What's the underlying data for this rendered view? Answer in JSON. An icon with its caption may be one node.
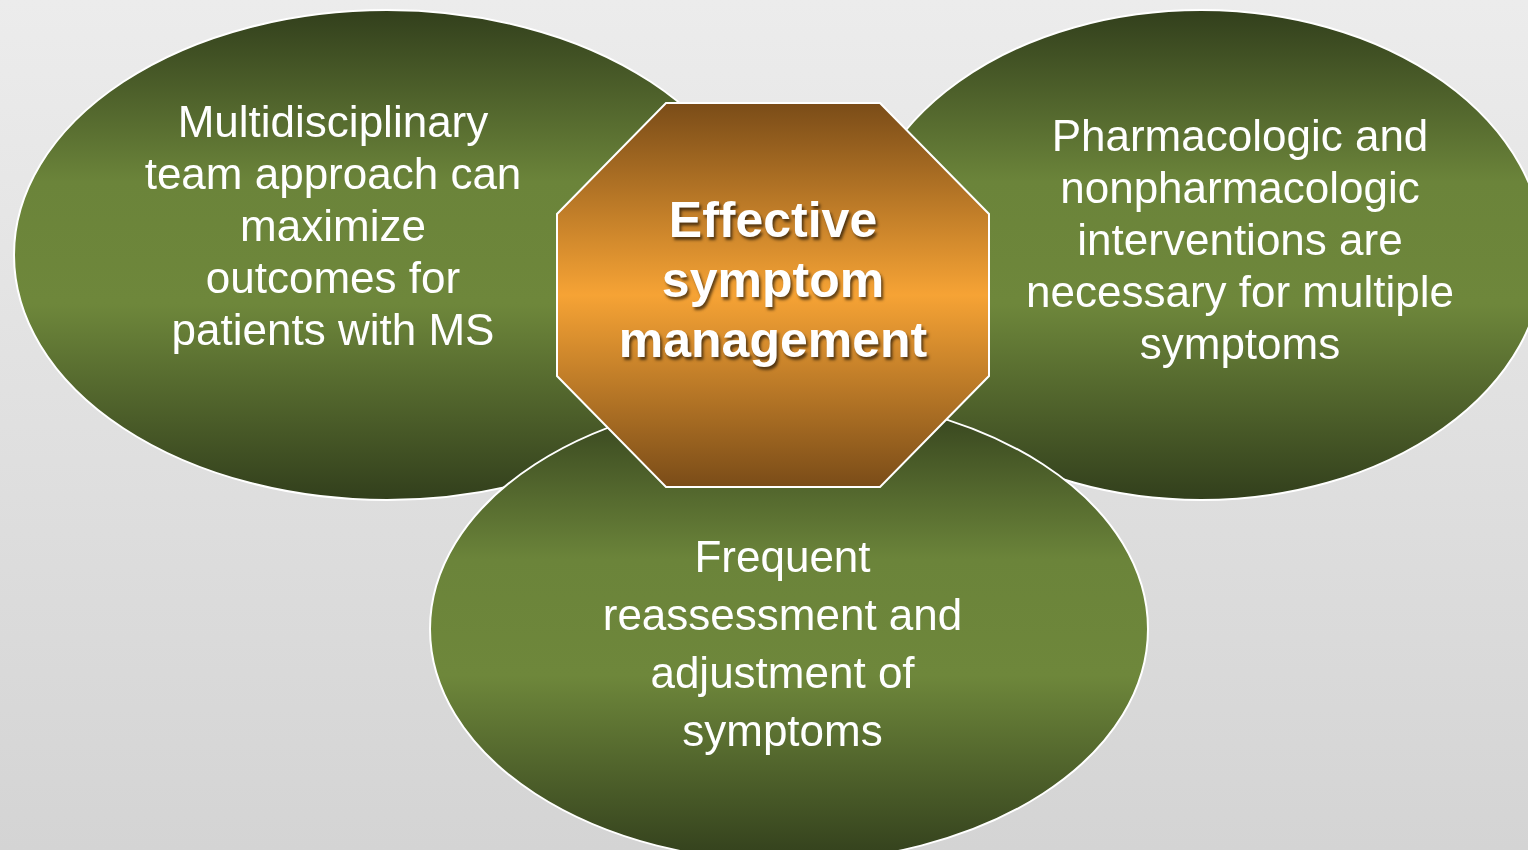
{
  "diagram": {
    "nodes": [
      {
        "text": [
          "Multidisciplinary team approach can maximize outcomes for patients with MS"
        ]
      },
      {
        "text": [
          "Effective symptom management"
        ]
      },
      {
        "text": [
          "Pharmacologic and nonpharmacologic interventions are necessary for multiple symptoms"
        ]
      },
      {
        "text": [
          "Frequent reassessment and adjustment of symptoms"
        ]
      }
    ],
    "edges": []
  }
}
